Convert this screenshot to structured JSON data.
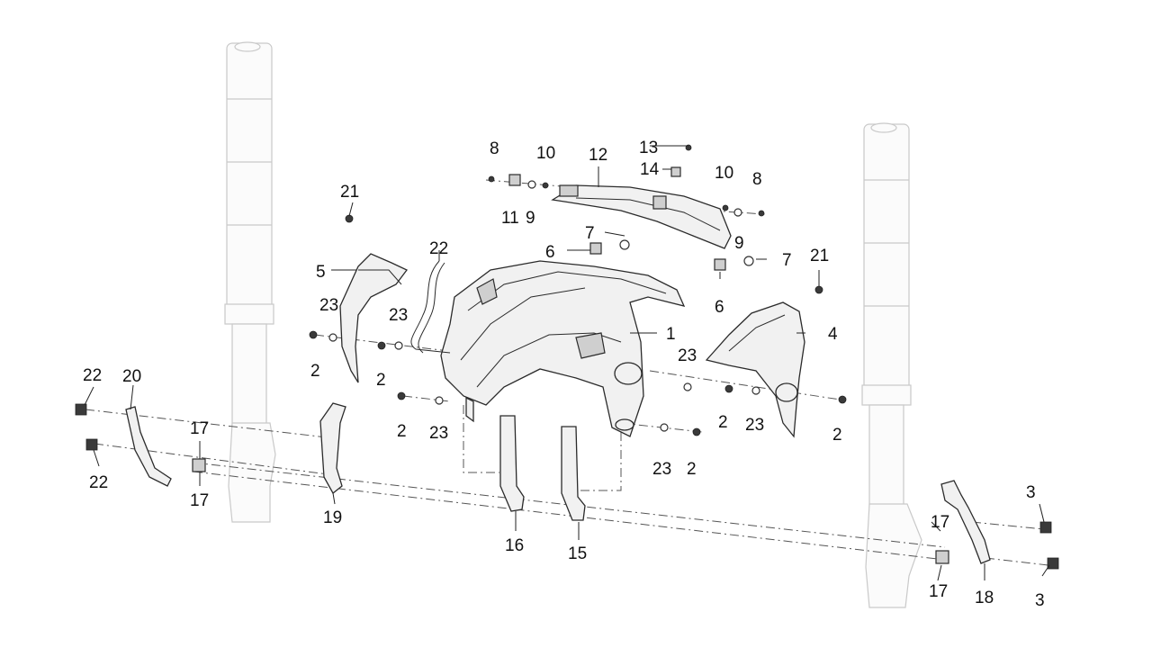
{
  "callouts": {
    "c1": "1",
    "c2a": "2",
    "c2b": "2",
    "c2c": "2",
    "c2d": "2",
    "c2e": "2",
    "c2f": "2",
    "c3a": "3",
    "c3b": "3",
    "c4": "4",
    "c5": "5",
    "c6a": "6",
    "c6b": "6",
    "c7a": "7",
    "c7b": "7",
    "c8a": "8",
    "c8b": "8",
    "c9a": "9",
    "c9b": "9",
    "c10a": "10",
    "c10b": "10",
    "c11": "11",
    "c12": "12",
    "c13": "13",
    "c14": "14",
    "c15": "15",
    "c16": "16",
    "c17a": "17",
    "c17b": "17",
    "c17c": "17",
    "c17d": "17",
    "c18": "18",
    "c19": "19",
    "c20": "20",
    "c21a": "21",
    "c21b": "21",
    "c22a": "22",
    "c22b": "22",
    "c22c": "22",
    "c23a": "23",
    "c23b": "23",
    "c23c": "23",
    "c23d": "23",
    "c23e": "23",
    "c23f": "23"
  },
  "colors": {
    "line": "#2b2b2b",
    "ghost": "#c9c9c9",
    "background": "#ffffff"
  }
}
